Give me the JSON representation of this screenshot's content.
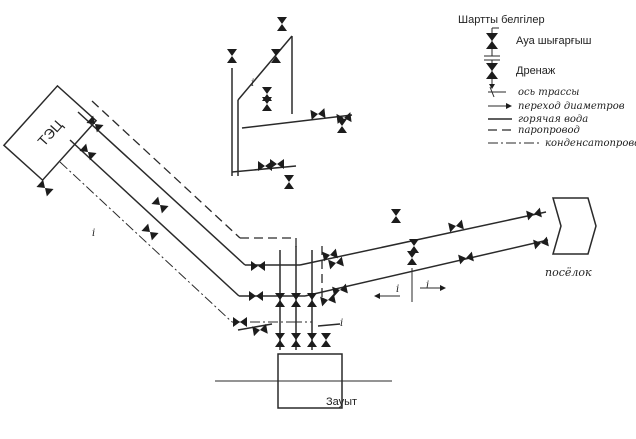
{
  "legend": {
    "title": "Шартты белгілер",
    "items": [
      {
        "key": "air_vent",
        "label": "Ауа шығарғыш"
      },
      {
        "key": "drain",
        "label": "Дренаж"
      },
      {
        "key": "route_axis",
        "label": "ось трассы"
      },
      {
        "key": "diameter_change",
        "label": "переход диаметров"
      },
      {
        "key": "hot_water",
        "label": "горячая вода"
      },
      {
        "key": "steam_pipe",
        "label": "паропровод"
      },
      {
        "key": "condensate_pipe",
        "label": "конденсатопровод"
      }
    ]
  },
  "labels": {
    "source": "ТЭЦ",
    "settlement": "посёлок",
    "factory": "Зауыт",
    "slope_1": "i",
    "slope_2": "i",
    "slope_3": "i",
    "slope_4": "i",
    "slope_5": "i"
  }
}
